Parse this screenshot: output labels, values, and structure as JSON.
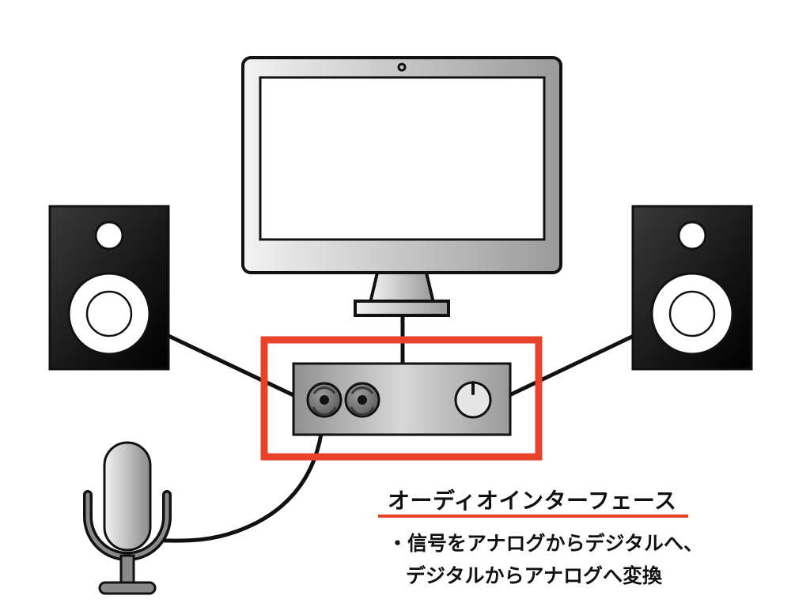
{
  "caption": {
    "title": "オーディオインターフェース",
    "bullet": "・",
    "line1": "信号をアナログからデジタルへ、",
    "line2": "デジタルからアナログへ変換"
  },
  "colors": {
    "highlight": "#e8432a",
    "outline": "#111111",
    "speaker_dark": "#1a1a1a",
    "device_gray": "#b3b3b3"
  },
  "icons": [
    "monitor-icon",
    "speaker-left-icon",
    "speaker-right-icon",
    "audio-interface-icon",
    "microphone-icon",
    "knob-icon",
    "input-jack-icon"
  ]
}
